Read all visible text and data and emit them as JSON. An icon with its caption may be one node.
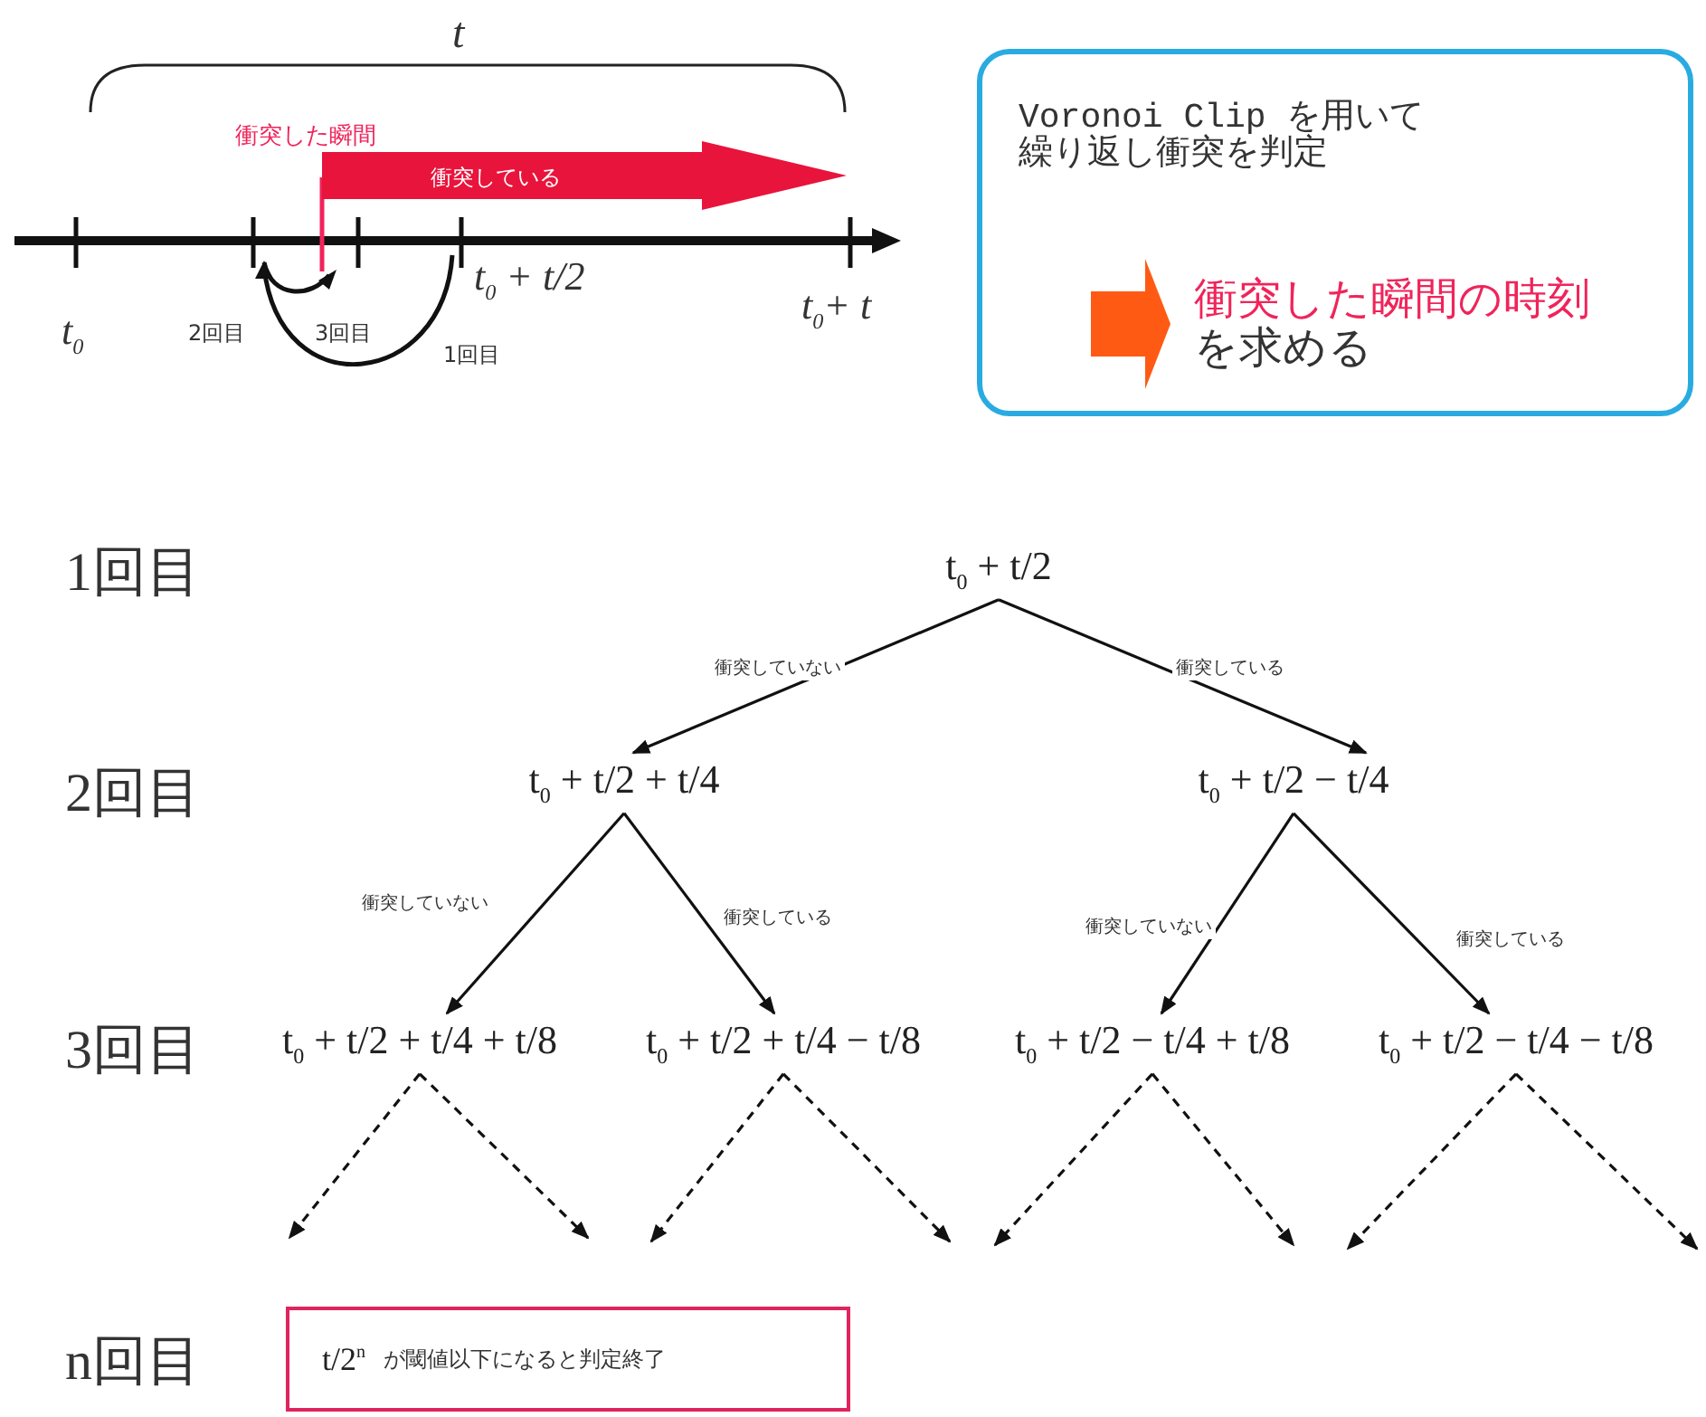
{
  "diagram": {
    "nodes": [
      {
        "text": [
          "衝突している"
        ]
      },
      {
        "text": [
          "Voronoi Clip を用いて繰り返し衝突を判定",
          "衝突した瞬間の時刻",
          "を求める"
        ]
      },
      {
        "text": [
          "t$_{0}$ + t/2"
        ]
      },
      {
        "text": [
          "t$_{0}$ + t/2 + t/4"
        ]
      },
      {
        "text": [
          "t$_{0}$ + t/2 − t/4"
        ]
      },
      {
        "text": [
          "t$_{0}$ + t/2 + t/4 + t/8"
        ]
      },
      {
        "text": [
          "t$_{0}$ + t/2 + t/4 − t/8"
        ]
      },
      {
        "text": [
          "t$_{0}$ + t/2 − t/4 + t/8"
        ]
      },
      {
        "text": [
          "t$_{0}$ + t/2 − t/4 − t/8"
        ]
      },
      {
        "text": [
          "t/2$^{n}$",
          "が閾値以下になると判定終了"
        ]
      }
    ],
    "edges": [
      {
        "from": 2,
        "to": 3,
        "arrow": "to",
        "label": "衝突していない"
      },
      {
        "from": 2,
        "to": 4,
        "arrow": "to",
        "label": "衝突している"
      },
      {
        "from": 3,
        "to": 5,
        "arrow": "to",
        "label": "衝突していない"
      },
      {
        "from": 3,
        "to": 6,
        "arrow": "to",
        "label": "衝突している"
      },
      {
        "from": 4,
        "to": 7,
        "arrow": "to",
        "label": "衝突していない"
      },
      {
        "from": 4,
        "to": 8,
        "arrow": "to",
        "label": "衝突している"
      },
      {
        "from": 5,
        "to": null,
        "arrow": "to",
        "style": "dashed"
      },
      {
        "from": 5,
        "to": null,
        "arrow": "to",
        "style": "dashed"
      },
      {
        "from": 6,
        "to": null,
        "arrow": "to",
        "style": "dashed"
      },
      {
        "from": 6,
        "to": null,
        "arrow": "to",
        "style": "dashed"
      },
      {
        "from": 7,
        "to": null,
        "arrow": "to",
        "style": "dashed"
      },
      {
        "from": 7,
        "to": null,
        "arrow": "to",
        "style": "dashed"
      },
      {
        "from": 8,
        "to": null,
        "arrow": "to",
        "style": "dashed"
      },
      {
        "from": 8,
        "to": null,
        "arrow": "to",
        "style": "dashed"
      }
    ],
    "labels": [
      "t",
      "衝突した瞬間",
      "t$_{0}$",
      "2回目",
      "3回目",
      "t$_{0}$ + t/2",
      "1回目",
      "t$_{0}$+ t",
      "1回目",
      "2回目",
      "3回目",
      "n回目"
    ]
  }
}
